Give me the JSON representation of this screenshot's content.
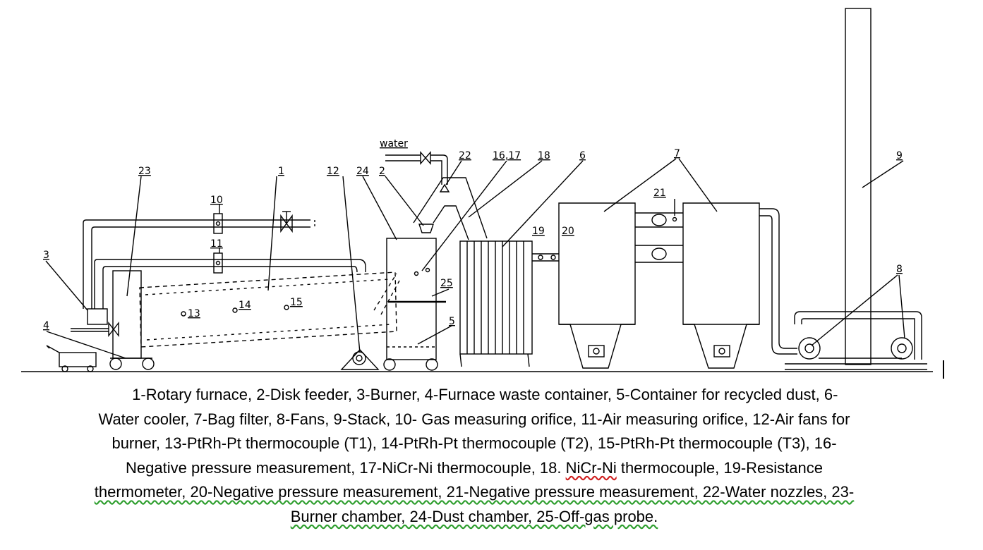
{
  "labels": {
    "water": "water",
    "l1": "1",
    "l2": "2",
    "l3": "3",
    "l4": "4",
    "l5": "5",
    "l6": "6",
    "l7": "7",
    "l8": "8",
    "l9": "9",
    "l10": "10",
    "l11": "11",
    "l12": "12",
    "l13": "13",
    "l14": "14",
    "l15": "15",
    "l1617": "16,17",
    "l18": "18",
    "l19": "19",
    "l20": "20",
    "l21": "21",
    "l22": "22",
    "l23": "23",
    "l24": "24",
    "l25": "25"
  },
  "caption": {
    "line1": "1-Rotary furnace, 2-Disk feeder, 3-Burner, 4-Furnace waste container, 5-Container for recycled dust, 6-",
    "line2": "Water cooler, 7-Bag filter, 8-Fans, 9-Stack, 10- Gas measuring orifice, 11-Air measuring orifice, 12-Air fans for",
    "line3": "burner, 13-PtRh-Pt thermocouple (T1), 14-PtRh-Pt thermocouple (T2), 15-PtRh-Pt thermocouple (T3), 16-",
    "line4a": "Negative pressure measurement, 17-NiCr-Ni thermocouple, 18. ",
    "line4b": "NiCr-Ni",
    "line4c": " thermocouple, 19-Resistance",
    "line5": "thermometer, 20-Negative pressure measurement, 21-Negative pressure measurement, 22-Water nozzles, 23-",
    "line6": "Burner chamber, 24-Dust chamber, 25-Off-gas probe."
  }
}
